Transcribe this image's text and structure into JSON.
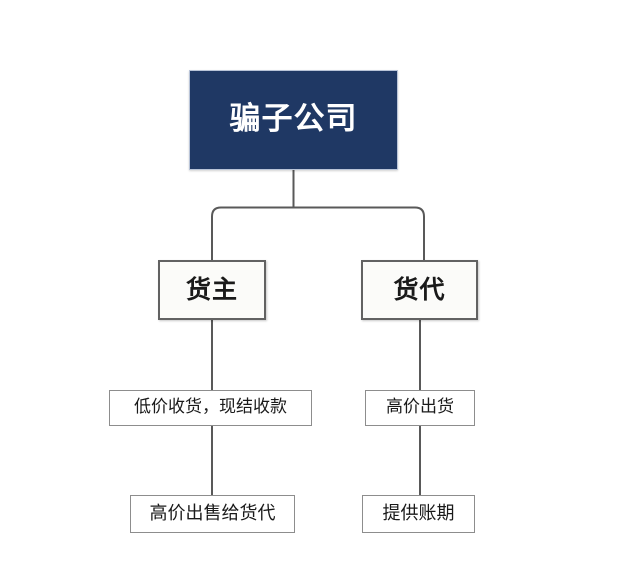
{
  "diagram": {
    "title_node": {
      "label": "骗子公司",
      "fill": "#1F3864",
      "text_color": "#ffffff"
    },
    "branches": [
      {
        "actor": {
          "label": "货主"
        },
        "step": {
          "label": "低价收货，现结收款"
        },
        "terminal": {
          "label": "高价出售给货代"
        }
      },
      {
        "actor": {
          "label": "货代"
        },
        "step": {
          "label": "高价出货"
        },
        "terminal": {
          "label": "提供账期"
        }
      }
    ],
    "colors": {
      "background": "#ffffff",
      "root_fill": "#1F3864",
      "root_text": "#ffffff",
      "actor_fill": "#fbfbf9",
      "actor_border": "#626262",
      "box_fill": "#ffffff",
      "box_border": "#8d8d8d",
      "connector": "#595959",
      "text": "#1a1a1a"
    },
    "connectors": {
      "style": "orthogonal-rounded",
      "corner_radius": 9,
      "line_width": 2
    }
  }
}
